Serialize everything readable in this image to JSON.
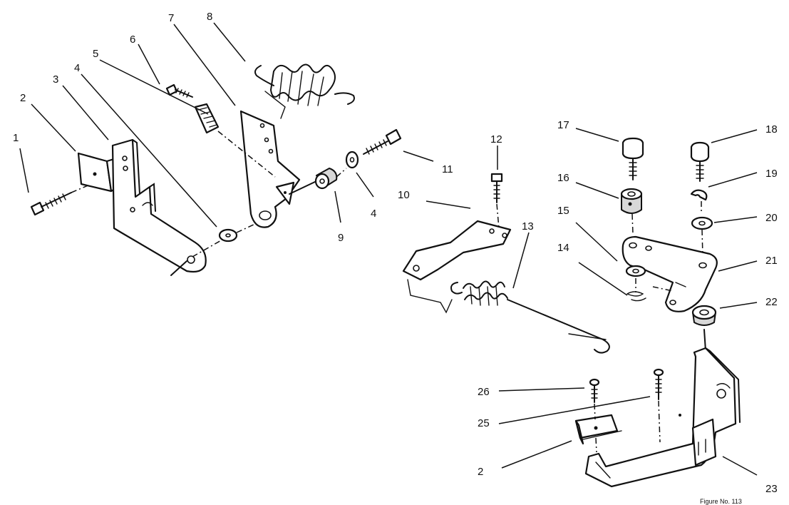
{
  "diagram": {
    "callouts": [
      {
        "id": "c1",
        "text": "1"
      },
      {
        "id": "c2a",
        "text": "2"
      },
      {
        "id": "c3",
        "text": "3"
      },
      {
        "id": "c4a",
        "text": "4"
      },
      {
        "id": "c5",
        "text": "5"
      },
      {
        "id": "c6",
        "text": "6"
      },
      {
        "id": "c7",
        "text": "7"
      },
      {
        "id": "c8",
        "text": "8"
      },
      {
        "id": "c9",
        "text": "9"
      },
      {
        "id": "c4b",
        "text": "4"
      },
      {
        "id": "c11",
        "text": "11"
      },
      {
        "id": "c10",
        "text": "10"
      },
      {
        "id": "c12",
        "text": "12"
      },
      {
        "id": "c13",
        "text": "13"
      },
      {
        "id": "c17",
        "text": "17"
      },
      {
        "id": "c16",
        "text": "16"
      },
      {
        "id": "c15",
        "text": "15"
      },
      {
        "id": "c14",
        "text": "14"
      },
      {
        "id": "c18",
        "text": "18"
      },
      {
        "id": "c19",
        "text": "19"
      },
      {
        "id": "c20",
        "text": "20"
      },
      {
        "id": "c21",
        "text": "21"
      },
      {
        "id": "c22",
        "text": "22"
      },
      {
        "id": "c26",
        "text": "26"
      },
      {
        "id": "c25",
        "text": "25"
      },
      {
        "id": "c2b",
        "text": "2"
      },
      {
        "id": "c23",
        "text": "23"
      }
    ],
    "reference_note": "Figure No. 113"
  }
}
